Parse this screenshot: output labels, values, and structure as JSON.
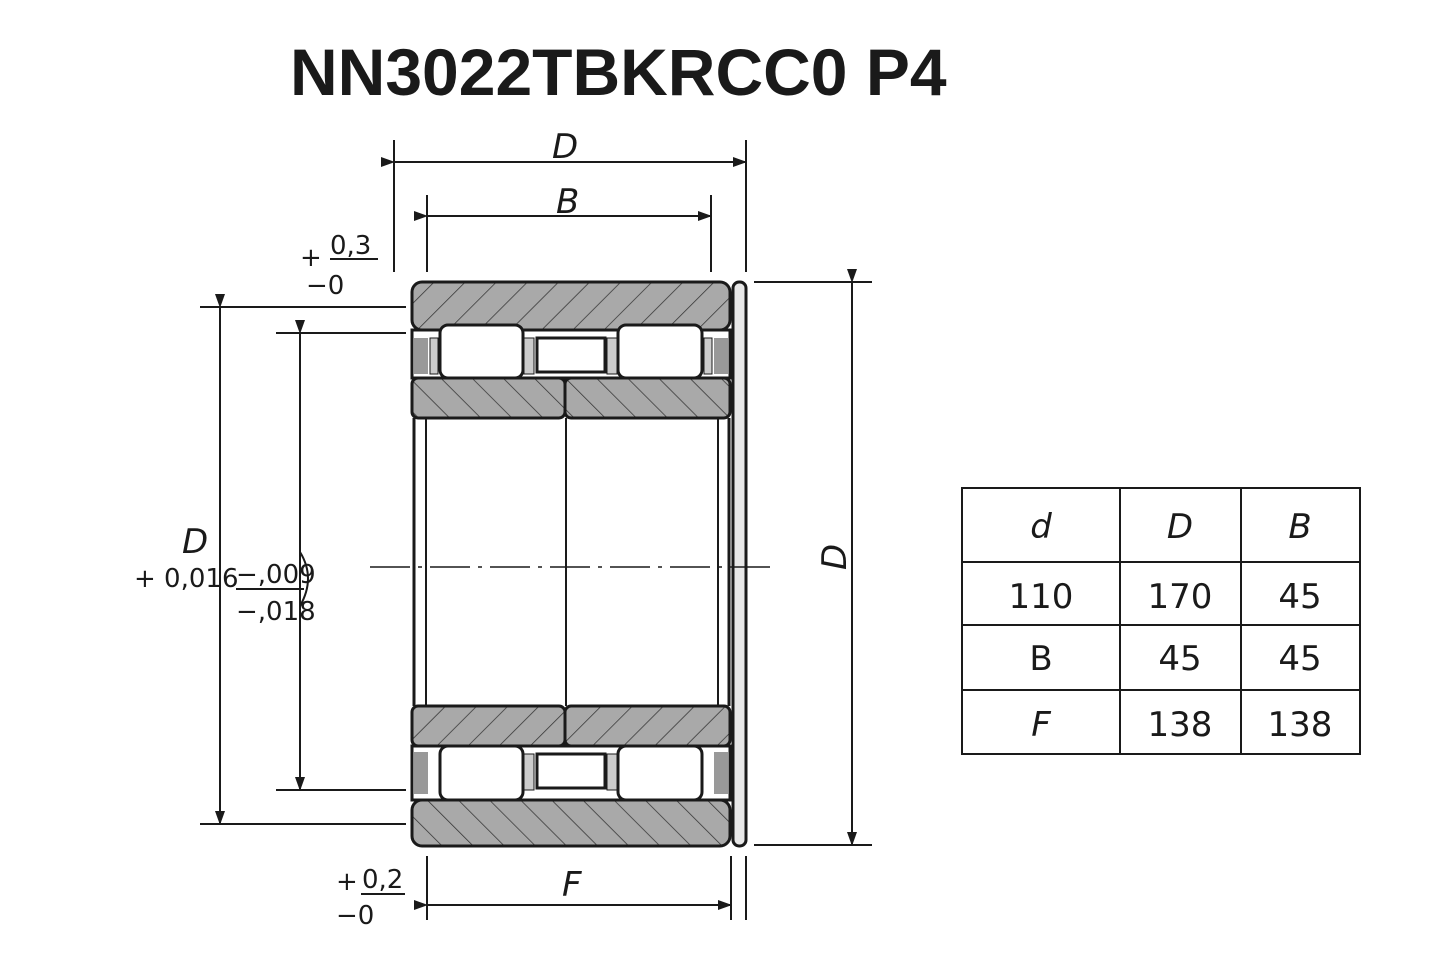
{
  "title": "NN3022TBKRCC0 P4",
  "labels": {
    "top_D": "D",
    "top_B": "B",
    "bottom_F": "F",
    "left_D": "D",
    "right_D": "D"
  },
  "tolerances": {
    "top_plus": "+",
    "top_upper": "0,3",
    "top_lower": "−0",
    "bottom_plus": "+",
    "bottom_upper": "0,2",
    "bottom_lower": "−0",
    "left_D": "+ 0,016",
    "bore_upper": "−,009",
    "bore_lower": "−,018"
  },
  "table": {
    "headers": [
      "d",
      "D",
      "B"
    ],
    "rows": [
      [
        "110",
        "170",
        "45"
      ],
      [
        "B",
        "45",
        "45"
      ],
      [
        "F",
        "138",
        "138"
      ]
    ]
  },
  "colors": {
    "section_fill": "#a9a9a9",
    "line": "#1a1a1a"
  }
}
